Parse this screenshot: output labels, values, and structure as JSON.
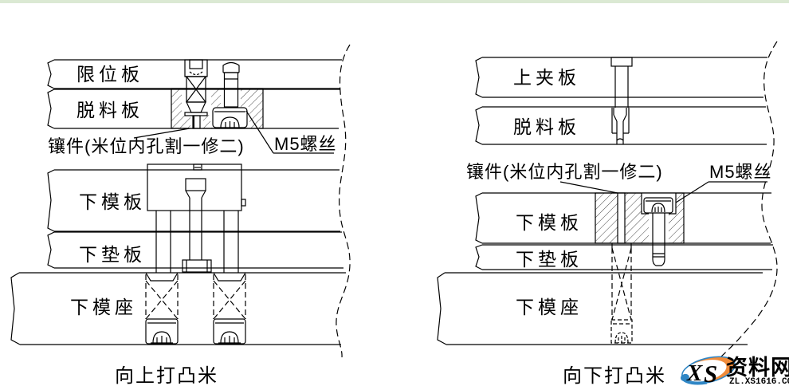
{
  "page": {
    "background": "#ffffff",
    "top_strip_color": "#dbe9d3",
    "line_color": "#000000"
  },
  "left_diagram": {
    "caption": "向上打凸米",
    "plates": [
      {
        "id": "limit-plate",
        "label": "限位板"
      },
      {
        "id": "stripper-plate",
        "label": "脱料板"
      },
      {
        "id": "lower-die-plate",
        "label": "下模板"
      },
      {
        "id": "lower-backing-plate",
        "label": "下垫板"
      },
      {
        "id": "lower-die-holder",
        "label": "下模座"
      }
    ],
    "annotations": {
      "insert_label": "镶件(米位内孔割一修二)",
      "screw_label": "M5螺丝"
    }
  },
  "right_diagram": {
    "caption": "向下打凸米",
    "plates": [
      {
        "id": "upper-clamp-plate",
        "label": "上夹板"
      },
      {
        "id": "stripper-plate",
        "label": "脱料板"
      },
      {
        "id": "lower-die-plate",
        "label": "下模板"
      },
      {
        "id": "lower-backing-plate",
        "label": "下垫板"
      },
      {
        "id": "lower-die-holder",
        "label": "下模座"
      }
    ],
    "annotations": {
      "insert_label": "镶件(米位内孔割一修二)",
      "screw_label": "M5螺丝"
    }
  },
  "watermark": {
    "brand_x": "X",
    "brand_s": "S",
    "site_name": "资料网",
    "site_url": "ZL.XS1616.COM",
    "name_color": "#e8491f",
    "url_color": "#f08326",
    "swoosh_orange": "#f08b3a",
    "swoosh_blue": "#2f86c5"
  }
}
